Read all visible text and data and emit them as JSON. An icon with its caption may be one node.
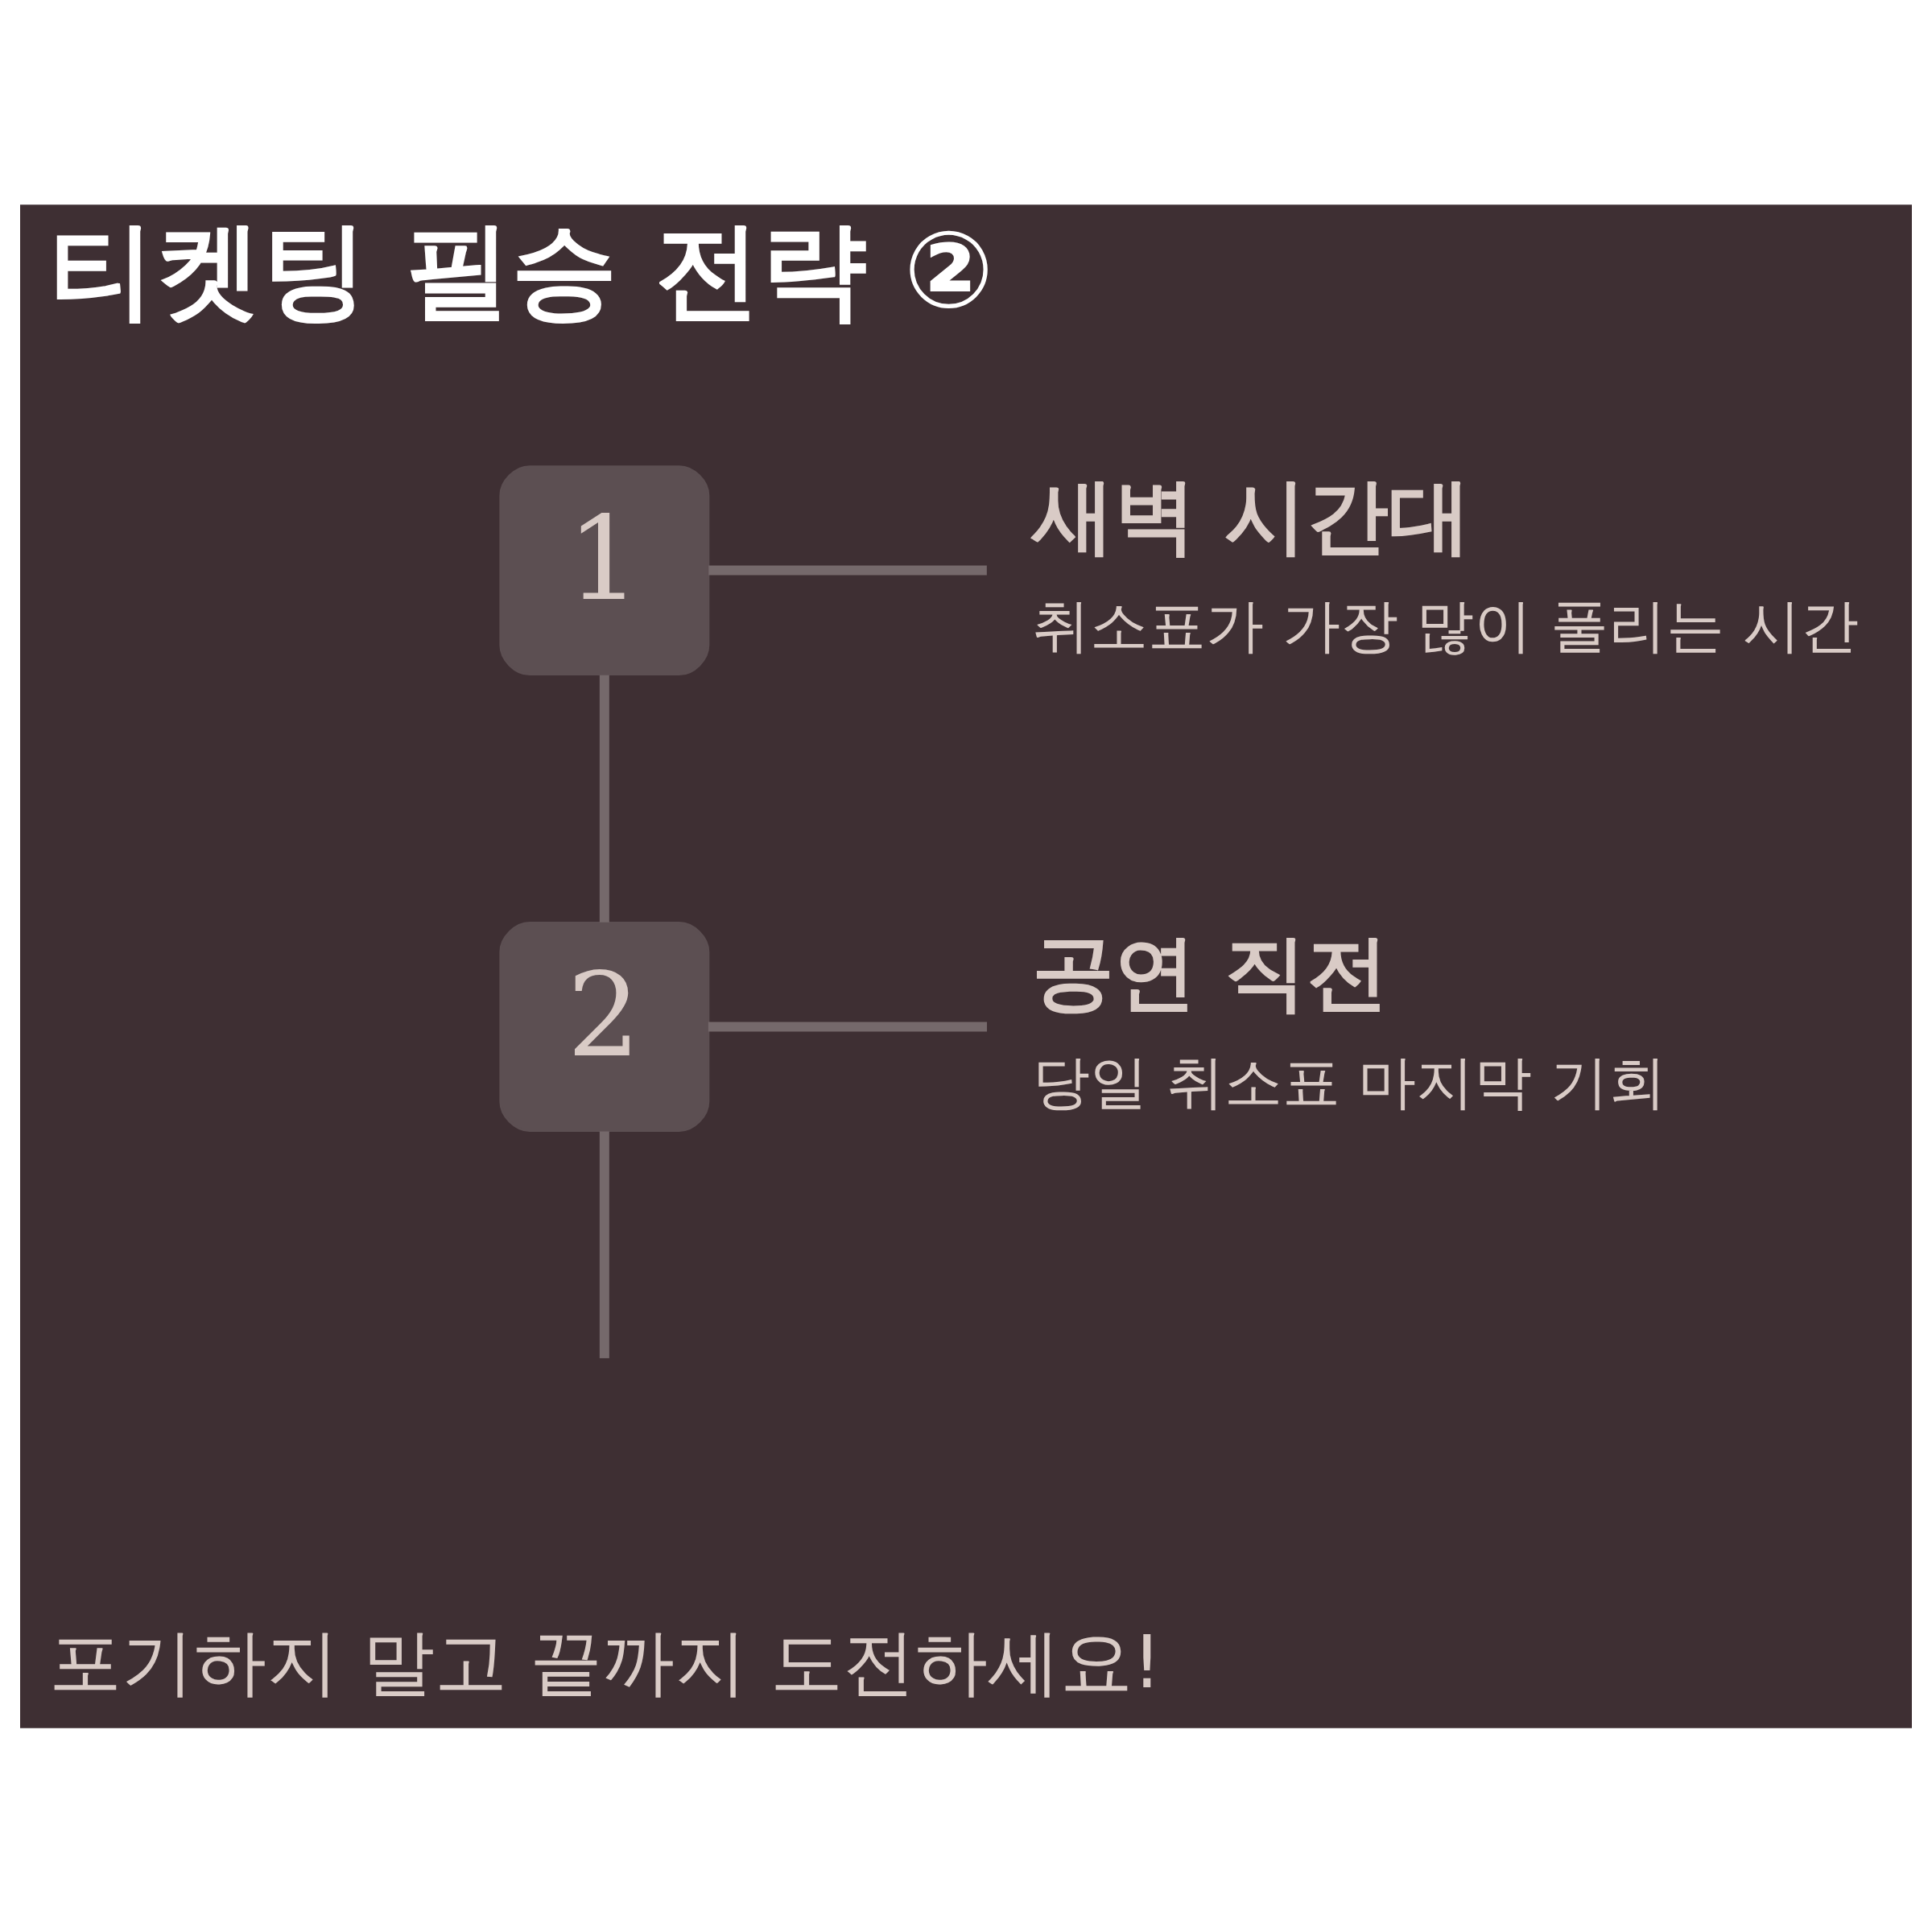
{
  "diagram": {
    "title": "티켓팅 필승 전략 ②",
    "caption": "포기하지 말고 끝까지 도전하세요!",
    "nodes": [
      {
        "text": [
          "1"
        ]
      },
      {
        "text": [
          "새벽 시간대",
          "취소표가 가장 많이 풀리는 시간"
        ]
      },
      {
        "text": [
          "2"
        ]
      },
      {
        "text": [
          "공연 직전",
          "당일 취소표 마지막 기회"
        ]
      }
    ],
    "edges": [
      {
        "from": 0,
        "to": 1,
        "arrow": "none"
      },
      {
        "from": 0,
        "to": 2,
        "arrow": "none"
      },
      {
        "from": 2,
        "to": 3,
        "arrow": "none"
      },
      {
        "from": 2,
        "to": null,
        "arrow": "none"
      }
    ]
  }
}
